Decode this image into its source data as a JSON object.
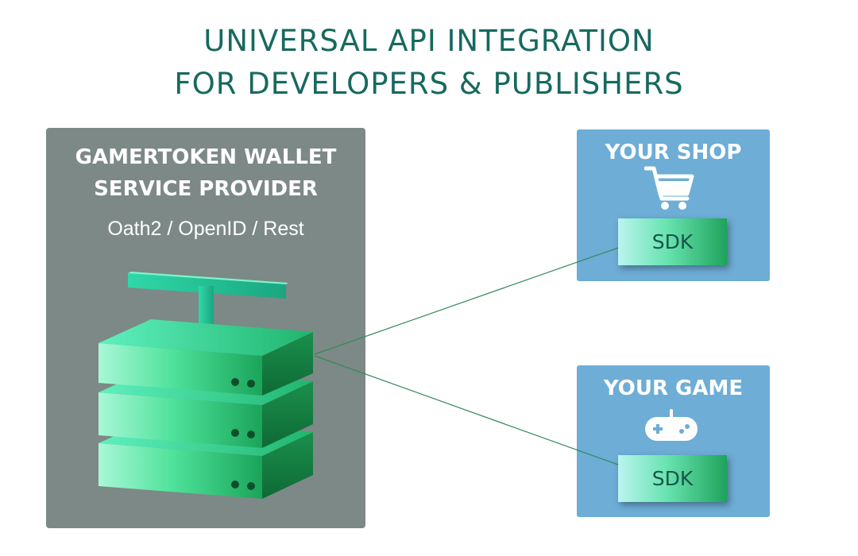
{
  "title": {
    "line1": "UNIVERSAL API INTEGRATION",
    "line2": "FOR DEVELOPERS & PUBLISHERS"
  },
  "provider": {
    "name_line1": "GAMERTOKEN WALLET",
    "name_line2": "SERVICE PROVIDER",
    "protocols": "Oath2 / OpenID / Rest",
    "icon": "server-stack-icon"
  },
  "targets": [
    {
      "title": "YOUR SHOP",
      "icon": "shopping-cart-icon",
      "sdk_label": "SDK"
    },
    {
      "title": "YOUR GAME",
      "icon": "gamepad-icon",
      "sdk_label": "SDK"
    }
  ],
  "colors": {
    "title": "#17695f",
    "provider_panel": "#7d8986",
    "target_panel": "#6dadd6",
    "server_green": "#2bd88e",
    "connector": "#2f8a5a"
  }
}
